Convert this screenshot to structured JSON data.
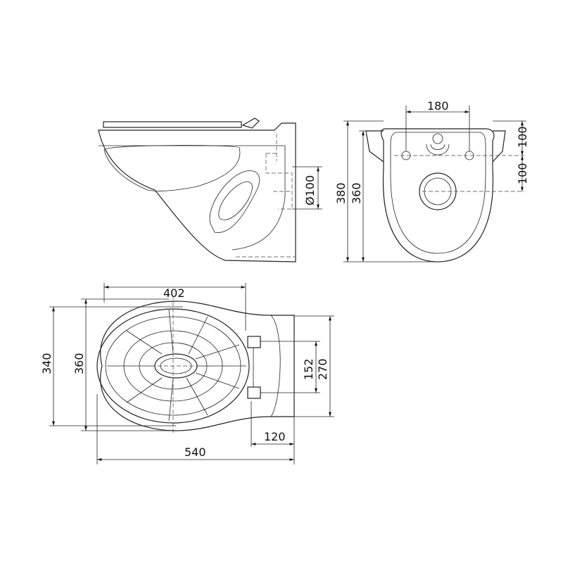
{
  "side_view": {
    "pipe_diameter": "Ø100"
  },
  "front_view": {
    "width_180": "180",
    "height_100_top": "100",
    "height_100_bottom": "100",
    "height_380": "380",
    "height_360": "360"
  },
  "top_view": {
    "width_402": "402",
    "depth_340": "340",
    "depth_360": "360",
    "bolt_152": "152",
    "width_270": "270",
    "offset_120": "120",
    "length_540": "540"
  }
}
